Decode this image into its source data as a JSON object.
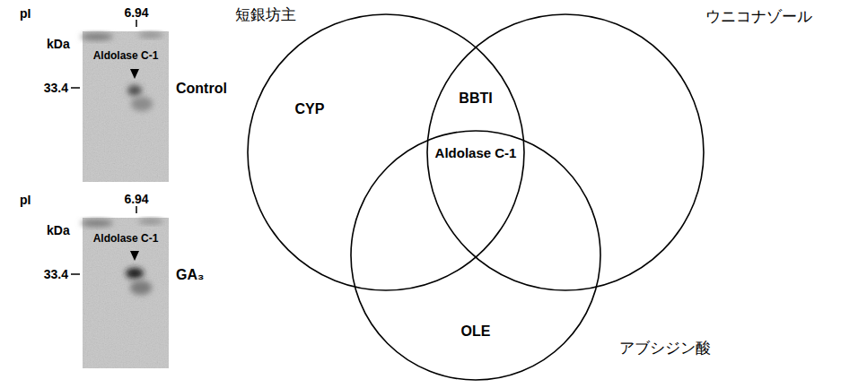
{
  "diagram": {
    "nodes": [
      {
        "text": [
          "Aldolase C-1"
        ]
      },
      {
        "text": [
          "Aldolase C-1"
        ]
      },
      {
        "text": [
          "短銀坊主",
          "CYP"
        ]
      },
      {
        "text": [
          "ウニコナゾール"
        ]
      },
      {
        "text": [
          "アブシジン酸",
          "OLE"
        ]
      }
    ],
    "labels": [
      "pI",
      "6.94",
      "kDa",
      "33.4",
      "Control",
      "pI",
      "6.94",
      "kDa",
      "33.4",
      "GA₃",
      "BBTI",
      "Aldolase C-1"
    ]
  }
}
